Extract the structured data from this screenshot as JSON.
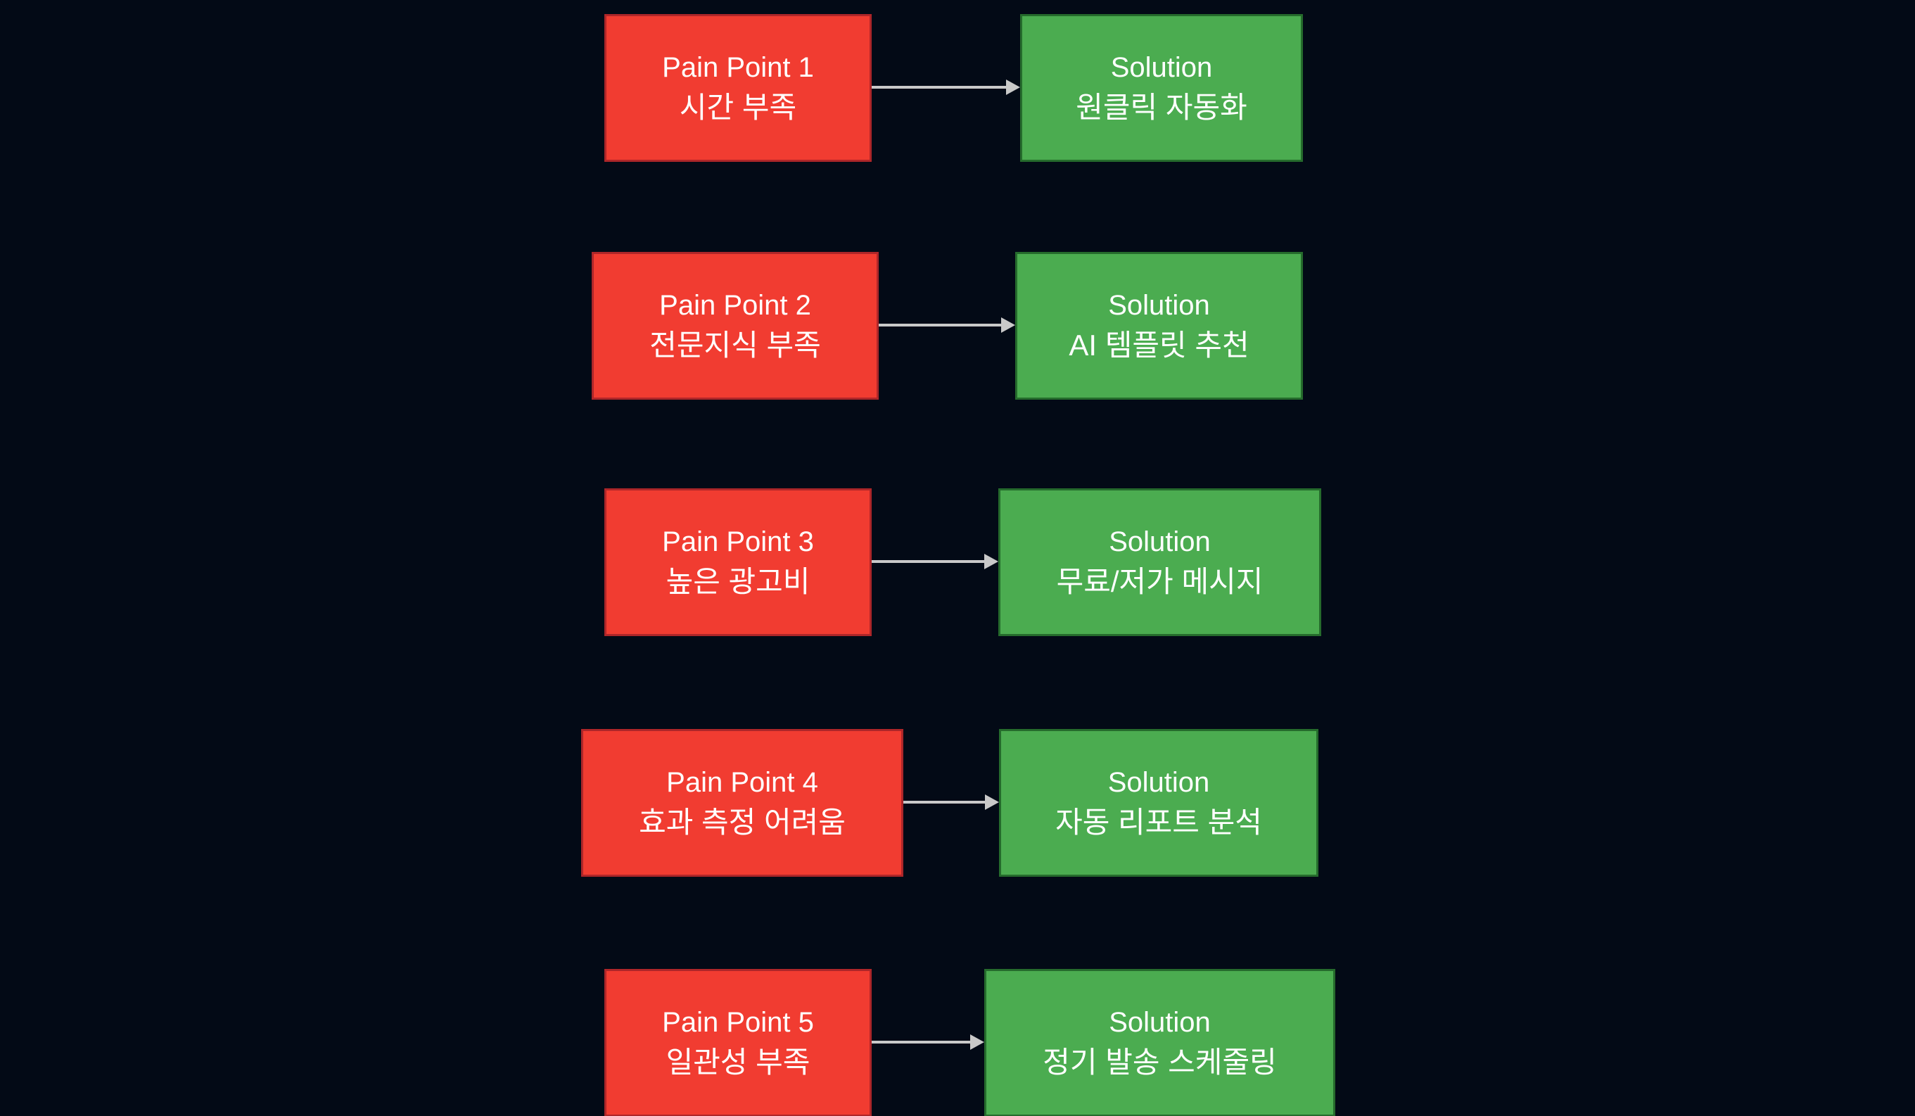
{
  "diagram": {
    "rows": [
      {
        "pain": {
          "title": "Pain Point 1",
          "subtitle": "시간 부족"
        },
        "solution": {
          "title": "Solution",
          "subtitle": "원클릭 자동화"
        }
      },
      {
        "pain": {
          "title": "Pain Point 2",
          "subtitle": "전문지식 부족"
        },
        "solution": {
          "title": "Solution",
          "subtitle": "AI 템플릿 추천"
        }
      },
      {
        "pain": {
          "title": "Pain Point 3",
          "subtitle": "높은 광고비"
        },
        "solution": {
          "title": "Solution",
          "subtitle": "무료/저가 메시지"
        }
      },
      {
        "pain": {
          "title": "Pain Point 4",
          "subtitle": "효과 측정 어려움"
        },
        "solution": {
          "title": "Solution",
          "subtitle": "자동 리포트 분석"
        }
      },
      {
        "pain": {
          "title": "Pain Point 5",
          "subtitle": "일관성 부족"
        },
        "solution": {
          "title": "Solution",
          "subtitle": "정기 발송 스케줄링"
        }
      }
    ]
  },
  "colors": {
    "bg": "#030a16",
    "pain_fill": "#f13c31",
    "pain_border": "#ae2629",
    "solution_fill": "#4bac50",
    "solution_border": "#256b2c",
    "arrow": "#c9c9c9",
    "text": "#ffffff"
  }
}
